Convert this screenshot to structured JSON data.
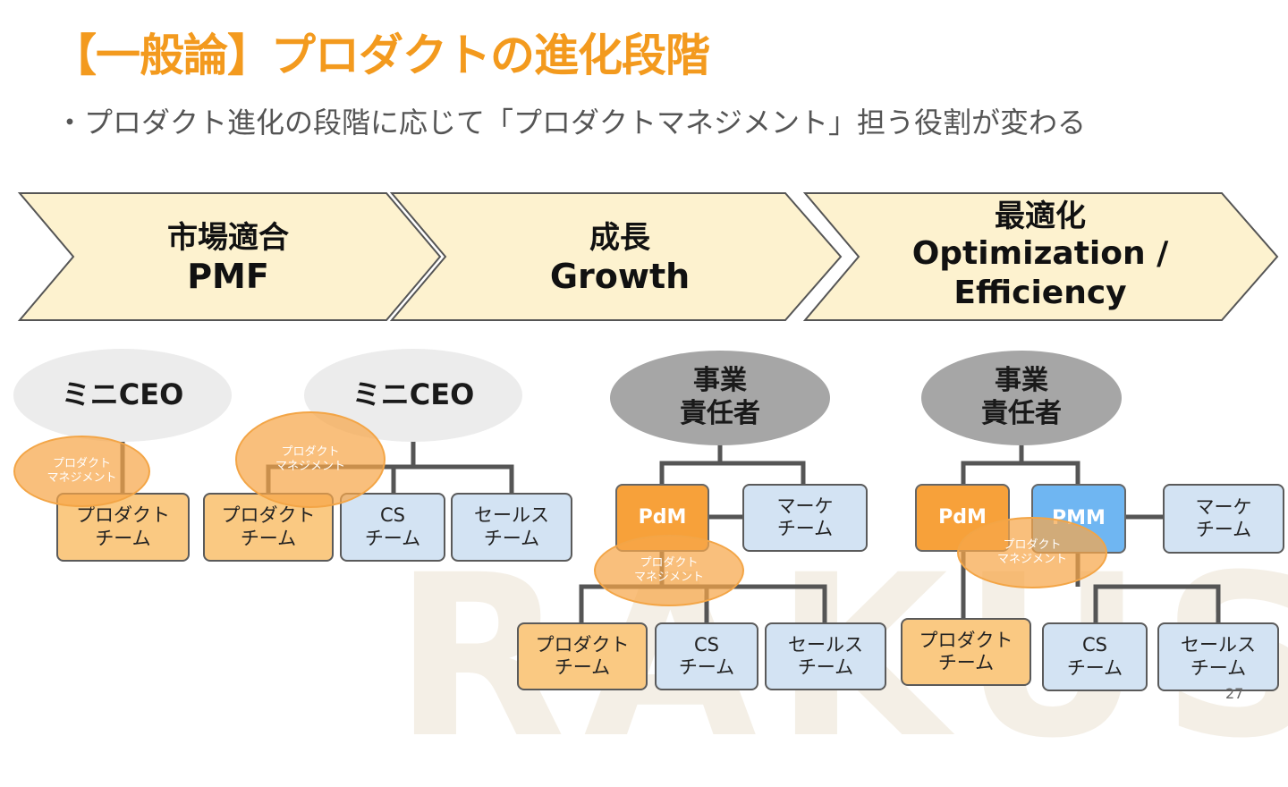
{
  "title": "【一般論】プロダクトの進化段階",
  "subtitle": "・プロダクト進化の段階に応じて「プロダクトマネジメント」担う役割が変わる",
  "page_number": "27",
  "watermark": "RAKUS",
  "colors": {
    "accent": "#f39a1e",
    "chevron_fill": "#fdf2cf",
    "orange_node": "#fac982",
    "blue_node": "#d3e3f3",
    "pdm": "#f7a13a",
    "pmm": "#6fb6f2"
  },
  "phases": [
    {
      "name": "市場適合",
      "label": "PMF"
    },
    {
      "name": "成長",
      "label": "Growth"
    },
    {
      "name": "最適化",
      "label": "Optimization /\nEfficiency"
    }
  ],
  "leaders": {
    "mini_ceo": "ミニCEO",
    "business_owner": "事業\n責任者"
  },
  "overlay_label": "プロダクト\nマネジメント",
  "roles": {
    "pdm": "PdM",
    "pmm": "PMM"
  },
  "teams": {
    "product": "プロダクト\nチーム",
    "cs": "CS\nチーム",
    "sales": "セールス\nチーム",
    "marketing": "マーケ\nチーム"
  }
}
